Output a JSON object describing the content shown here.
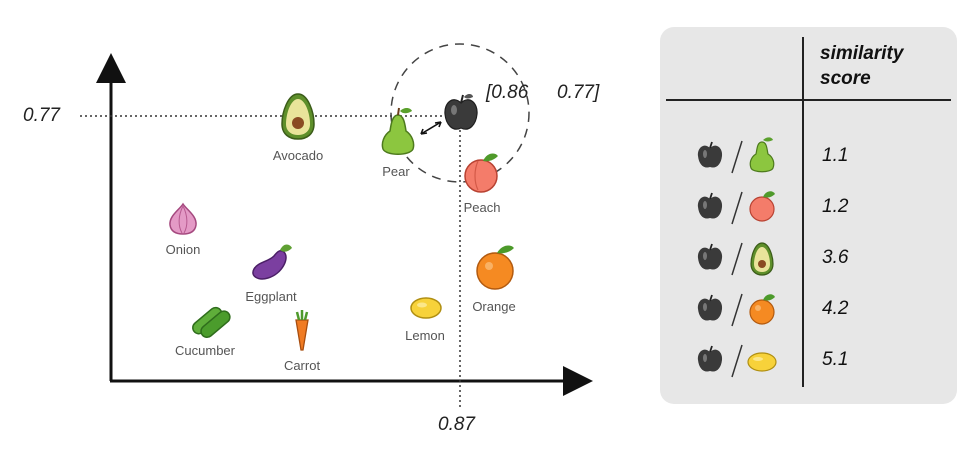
{
  "diagram": {
    "items": [
      {
        "name": "Avocado"
      },
      {
        "name": "Pear"
      },
      {
        "name": "Peach"
      },
      {
        "name": "Onion"
      },
      {
        "name": "Eggplant"
      },
      {
        "name": "Orange"
      },
      {
        "name": "Cucumber"
      },
      {
        "name": "Carrot"
      },
      {
        "name": "Lemon"
      }
    ],
    "query_item": "apple",
    "query_coords": {
      "x_label": "[0.86",
      "y_label": "0.77]"
    },
    "axis_marks": {
      "y": "0.77",
      "x": "0.87"
    }
  },
  "table": {
    "header": "similarity score",
    "header_line1": "similarity",
    "header_line2": "score",
    "rows": [
      {
        "compare": "pear",
        "score": "1.1"
      },
      {
        "compare": "peach",
        "score": "1.2"
      },
      {
        "compare": "avocado",
        "score": "3.6"
      },
      {
        "compare": "orange",
        "score": "4.2"
      },
      {
        "compare": "lemon",
        "score": "5.1"
      }
    ]
  },
  "colors": {
    "axis": "#111111",
    "panel_bg": "#e7e7e7",
    "query_apple": "#3a3a3a"
  }
}
